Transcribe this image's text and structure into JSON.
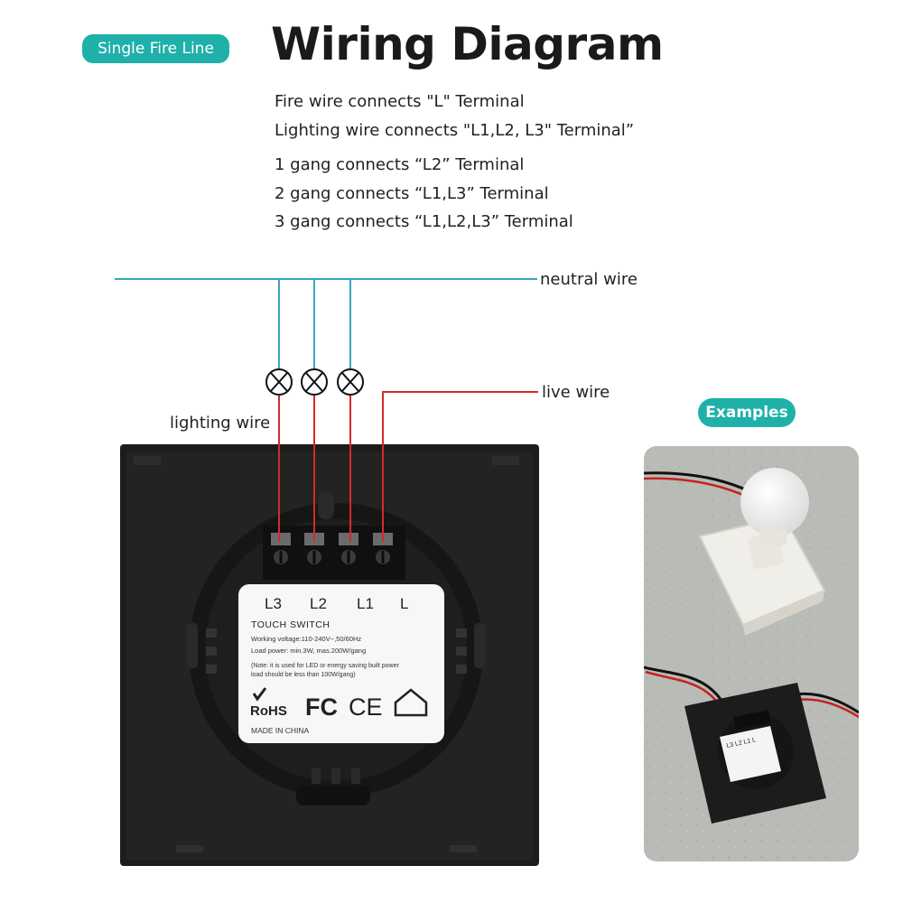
{
  "badge_single": "Single Fire Line",
  "title": "Wiring Diagram",
  "instructions": [
    "Fire wire connects \"L\" Terminal",
    "Lighting wire connects \"L1,L2, L3\" Terminal”",
    "1 gang connects  “L2”  Terminal",
    "2 gang connects  “L1,L3”  Terminal",
    "3 gang connects  “L1,L2,L3”  Terminal"
  ],
  "labels": {
    "neutral": "neutral wire",
    "live": "live wire",
    "lighting": "lighting wire"
  },
  "badge_examples": "Examples",
  "switch_label": {
    "terminals": [
      "L3",
      "L2",
      "L1",
      "L"
    ],
    "product": "TOUCH SWITCH",
    "voltage": "Working  voltage:110-240V~,50/60Hz",
    "load": "Load  power:  min.3W,  mas.200W/gang",
    "note1": "(Note:  it is used for LED or energy saving built power",
    "note2": "load should be less than 100W/gang)",
    "rohs": "RoHS",
    "fc": "FC",
    "ce": "CE",
    "made_in": "MADE IN CHINA"
  },
  "photo_label": {
    "terminals": "L3  L2  L1  L"
  },
  "colors": {
    "teal": "#1fb0aa",
    "neutral_wire": "#3aa6bf",
    "live_wire": "#d42a2a",
    "switch_body": "#1c1c1c"
  }
}
